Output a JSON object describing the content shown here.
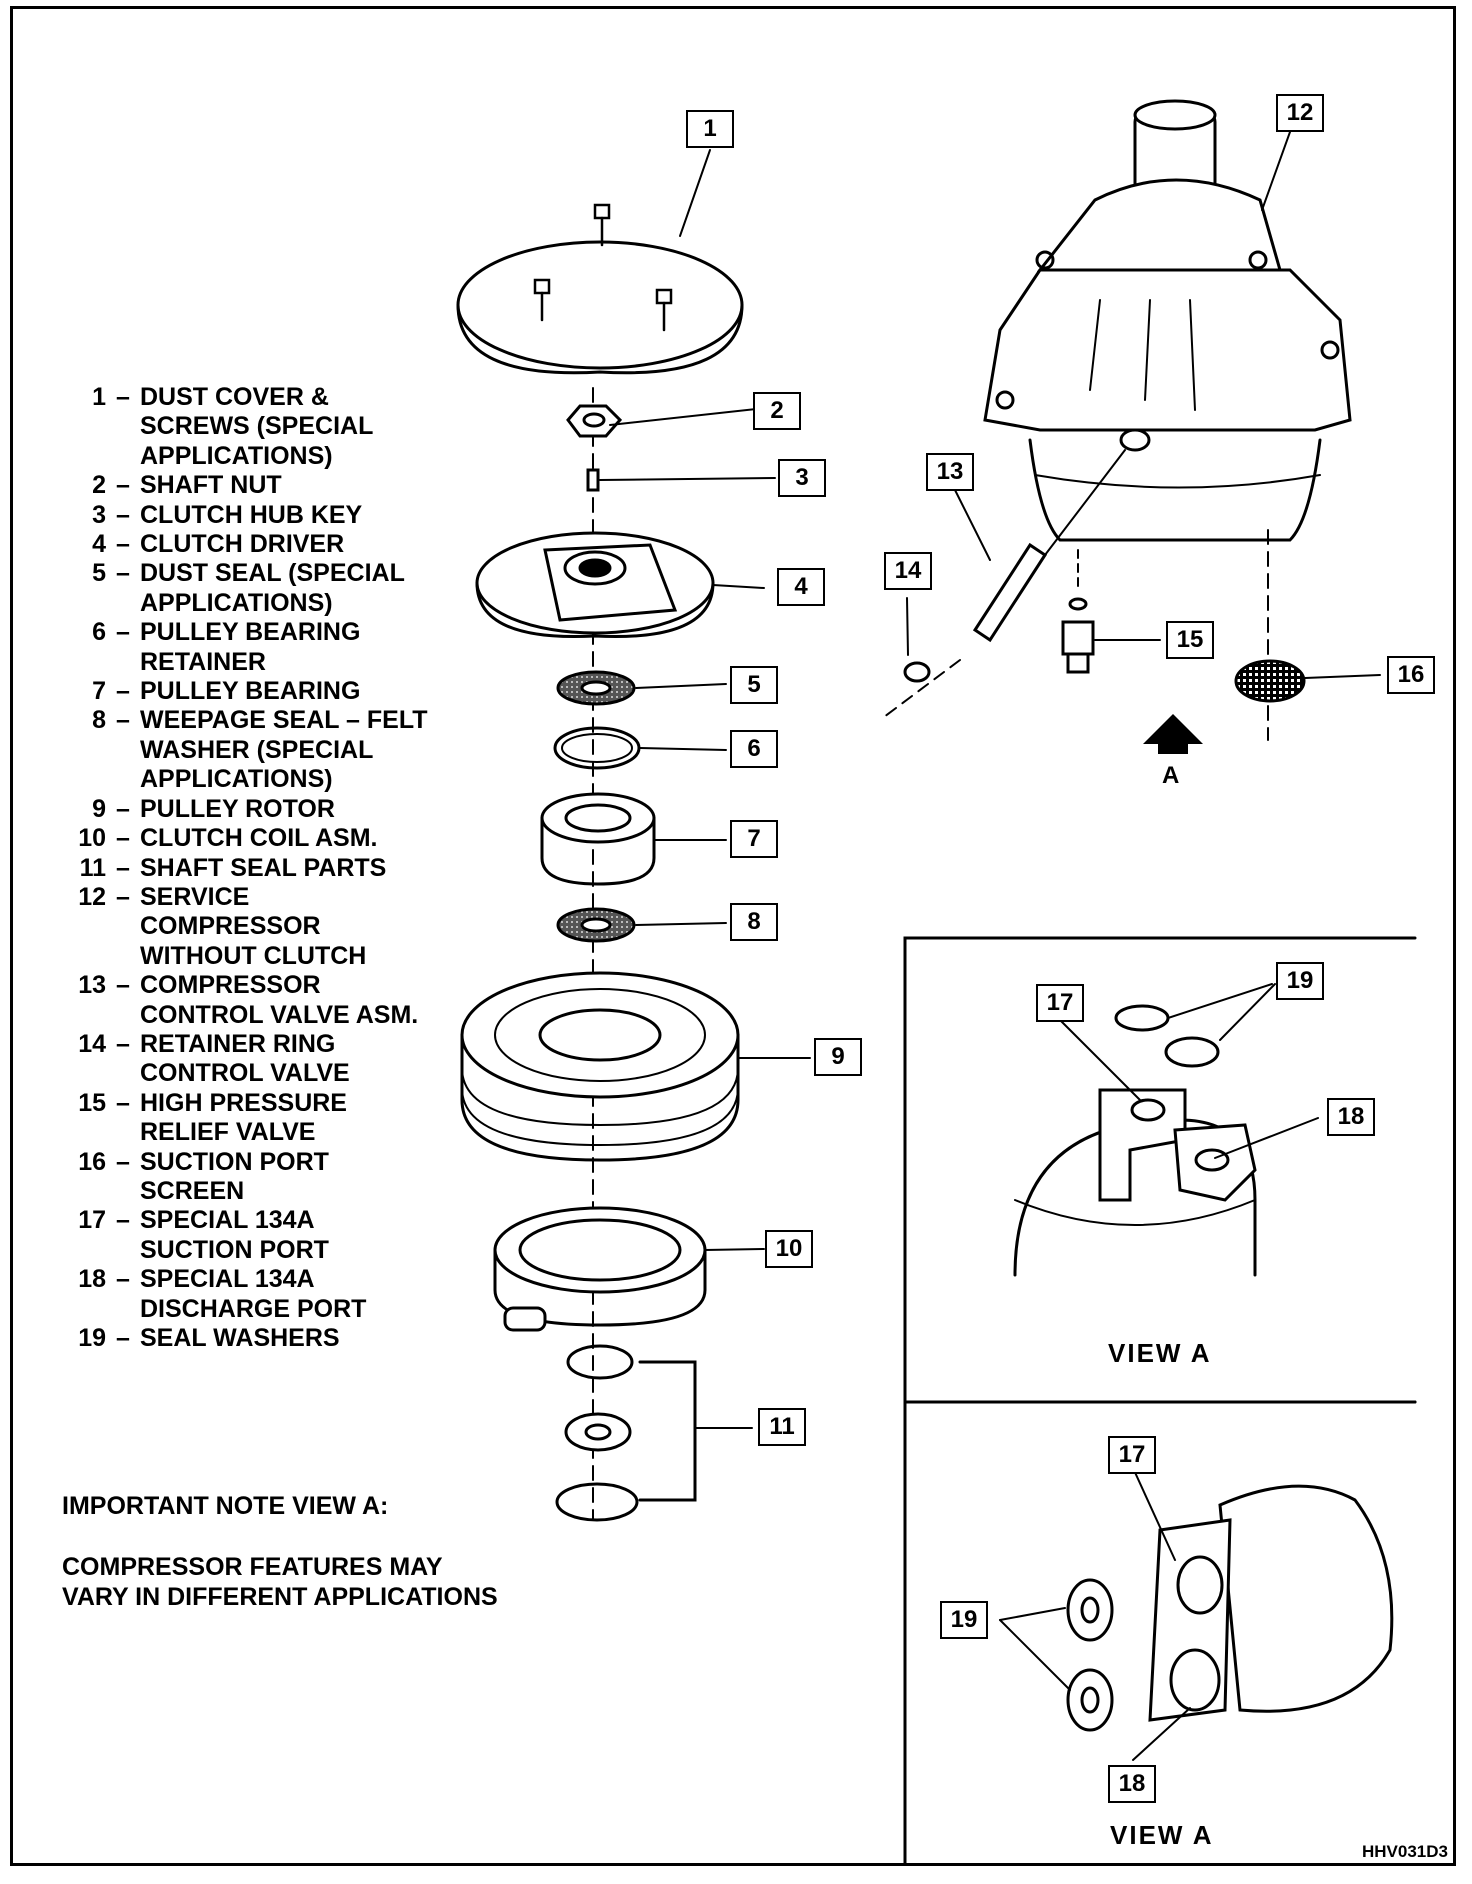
{
  "legend": [
    {
      "num": "1",
      "lines": [
        "DUST COVER &",
        "SCREWS (SPECIAL",
        "APPLICATIONS)"
      ]
    },
    {
      "num": "2",
      "lines": [
        "SHAFT NUT"
      ]
    },
    {
      "num": "3",
      "lines": [
        "CLUTCH HUB KEY"
      ]
    },
    {
      "num": "4",
      "lines": [
        "CLUTCH DRIVER"
      ]
    },
    {
      "num": "5",
      "lines": [
        "DUST SEAL (SPECIAL",
        "APPLICATIONS)"
      ]
    },
    {
      "num": "6",
      "lines": [
        "PULLEY BEARING",
        "RETAINER"
      ]
    },
    {
      "num": "7",
      "lines": [
        "PULLEY BEARING"
      ]
    },
    {
      "num": "8",
      "lines": [
        "WEEPAGE SEAL  –  FELT",
        "WASHER (SPECIAL",
        "APPLICATIONS)"
      ]
    },
    {
      "num": "9",
      "lines": [
        "PULLEY ROTOR"
      ]
    },
    {
      "num": "10",
      "lines": [
        "CLUTCH COIL ASM."
      ]
    },
    {
      "num": "11",
      "lines": [
        "SHAFT SEAL PARTS"
      ]
    },
    {
      "num": "12",
      "lines": [
        "SERVICE",
        "COMPRESSOR",
        "WITHOUT CLUTCH"
      ]
    },
    {
      "num": "13",
      "lines": [
        "COMPRESSOR",
        "CONTROL VALVE ASM."
      ]
    },
    {
      "num": "14",
      "lines": [
        "RETAINER RING",
        "CONTROL VALVE"
      ]
    },
    {
      "num": "15",
      "lines": [
        "HIGH PRESSURE",
        "RELIEF VALVE"
      ]
    },
    {
      "num": "16",
      "lines": [
        "SUCTION PORT",
        "SCREEN"
      ]
    },
    {
      "num": "17",
      "lines": [
        "SPECIAL 134A",
        "SUCTION PORT"
      ]
    },
    {
      "num": "18",
      "lines": [
        "SPECIAL 134A",
        "DISCHARGE PORT"
      ]
    },
    {
      "num": "19",
      "lines": [
        "SEAL WASHERS"
      ]
    }
  ],
  "note": {
    "title": "IMPORTANT NOTE VIEW A:",
    "body_lines": [
      "COMPRESSOR FEATURES MAY",
      "VARY IN DIFFERENT APPLICATIONS"
    ]
  },
  "callouts": {
    "c1": "1",
    "c2": "2",
    "c3": "3",
    "c4": "4",
    "c5": "5",
    "c6": "6",
    "c7": "7",
    "c8": "8",
    "c9": "9",
    "c10": "10",
    "c11": "11",
    "c12": "12",
    "c13": "13",
    "c14": "14",
    "c15": "15",
    "c16": "16",
    "c17a": "17",
    "c19a": "19",
    "c18a": "18",
    "c17b": "17",
    "c19b": "19",
    "c18b": "18"
  },
  "view_label_top": "VIEW  A",
  "view_label_bottom": "VIEW  A",
  "arrow_label": "A",
  "figure_id": "HHV031D3"
}
